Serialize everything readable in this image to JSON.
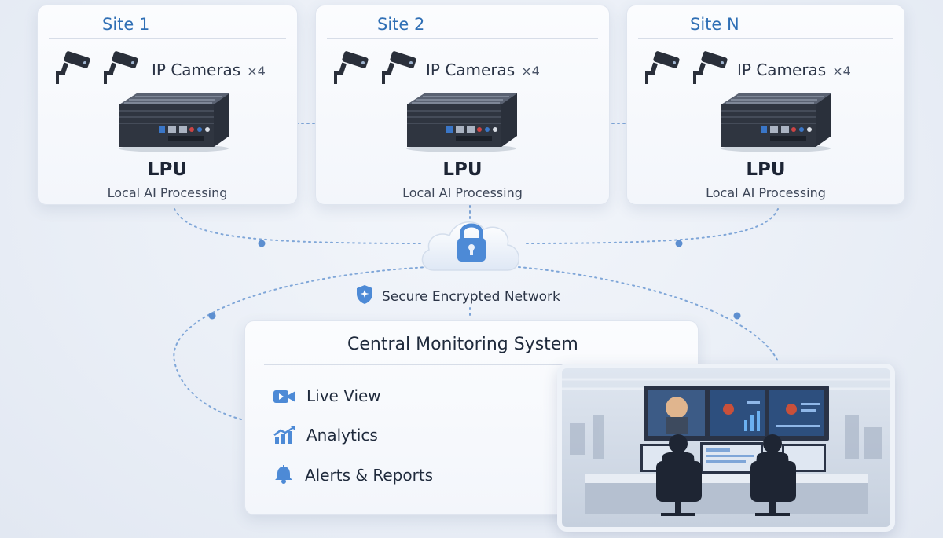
{
  "sites": [
    {
      "title": "Site 1",
      "cameras_label": "IP Cameras",
      "cameras_count": "×4",
      "unit_name": "LPU",
      "unit_desc": "Local AI Processing"
    },
    {
      "title": "Site 2",
      "cameras_label": "IP Cameras",
      "cameras_count": "×4",
      "unit_name": "LPU",
      "unit_desc": "Local AI Processing"
    },
    {
      "title": "Site N",
      "cameras_label": "IP Cameras",
      "cameras_count": "×4",
      "unit_name": "LPU",
      "unit_desc": "Local AI Processing"
    }
  ],
  "network": {
    "label": "Secure Encrypted Network"
  },
  "central": {
    "title": "Central Monitoring System",
    "features": [
      {
        "label": "Live View",
        "icon": "video-camera-icon"
      },
      {
        "label": "Analytics",
        "icon": "analytics-chart-icon"
      },
      {
        "label": "Alerts & Reports",
        "icon": "bell-icon"
      }
    ]
  },
  "colors": {
    "accent": "#2f6fb5",
    "link": "#6b9bd6",
    "icon": "#4d8ad6"
  }
}
